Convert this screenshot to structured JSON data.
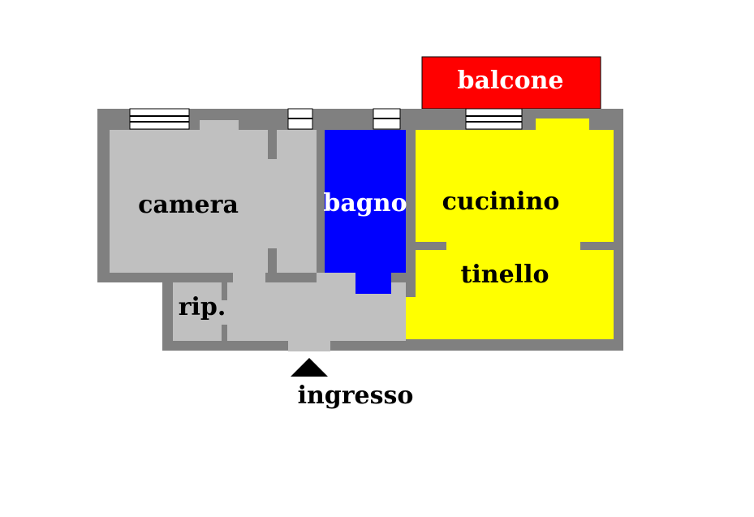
{
  "plan": {
    "rooms": {
      "camera": "camera",
      "bagno": "bagno",
      "cucinino": "cucinino",
      "tinello": "tinello",
      "ripostiglio": "rip.",
      "balcone": "balcone"
    },
    "entrance": "ingresso"
  },
  "colors": {
    "wall": "#808080",
    "floor": "#c0c0c0",
    "bathroom": "#0000ff",
    "kitchen": "#ffff00",
    "balcony": "#ff0000",
    "label_dark": "#000000",
    "label_light": "#ffffff"
  }
}
